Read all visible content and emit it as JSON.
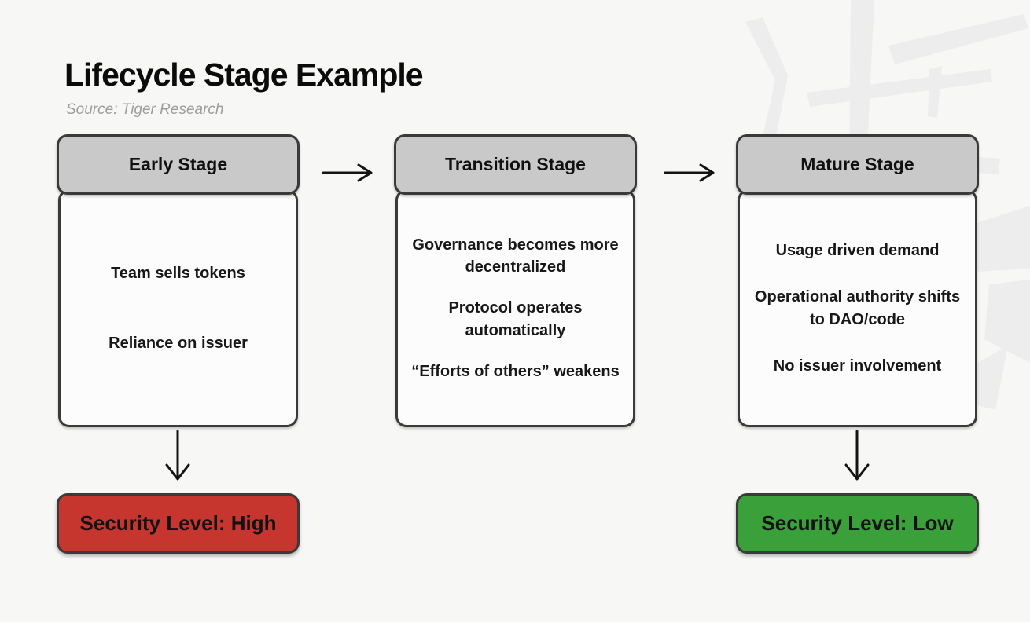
{
  "header": {
    "title": "Lifecycle Stage Example",
    "source": "Source: Tiger Research"
  },
  "stages": [
    {
      "title": "Early Stage",
      "items": [
        "Team sells tokens",
        "Reliance on issuer"
      ]
    },
    {
      "title": "Transition Stage",
      "items": [
        "Governance becomes more decentralized",
        "Protocol operates automatically",
        "“Efforts of others” weakens"
      ]
    },
    {
      "title": "Mature Stage",
      "items": [
        "Usage driven demand",
        "Operational authority shifts to DAO/code",
        "No issuer involvement"
      ]
    }
  ],
  "security": [
    {
      "label": "Security Level: High",
      "level": "high",
      "color": "#c7352f",
      "attached_to": "Early Stage"
    },
    {
      "label": "Security Level: Low",
      "level": "low",
      "color": "#3aa03a",
      "attached_to": "Mature Stage"
    }
  ],
  "colors": {
    "background": "#f7f7f6",
    "box_header": "#c9c9c9",
    "box_body": "#fcfcfc",
    "box_border": "#3a3a3a",
    "security_high": "#c7352f",
    "security_low": "#3aa03a",
    "arrow": "#141414",
    "watermark": "#ededed",
    "subtitle": "#9d9d9d"
  }
}
